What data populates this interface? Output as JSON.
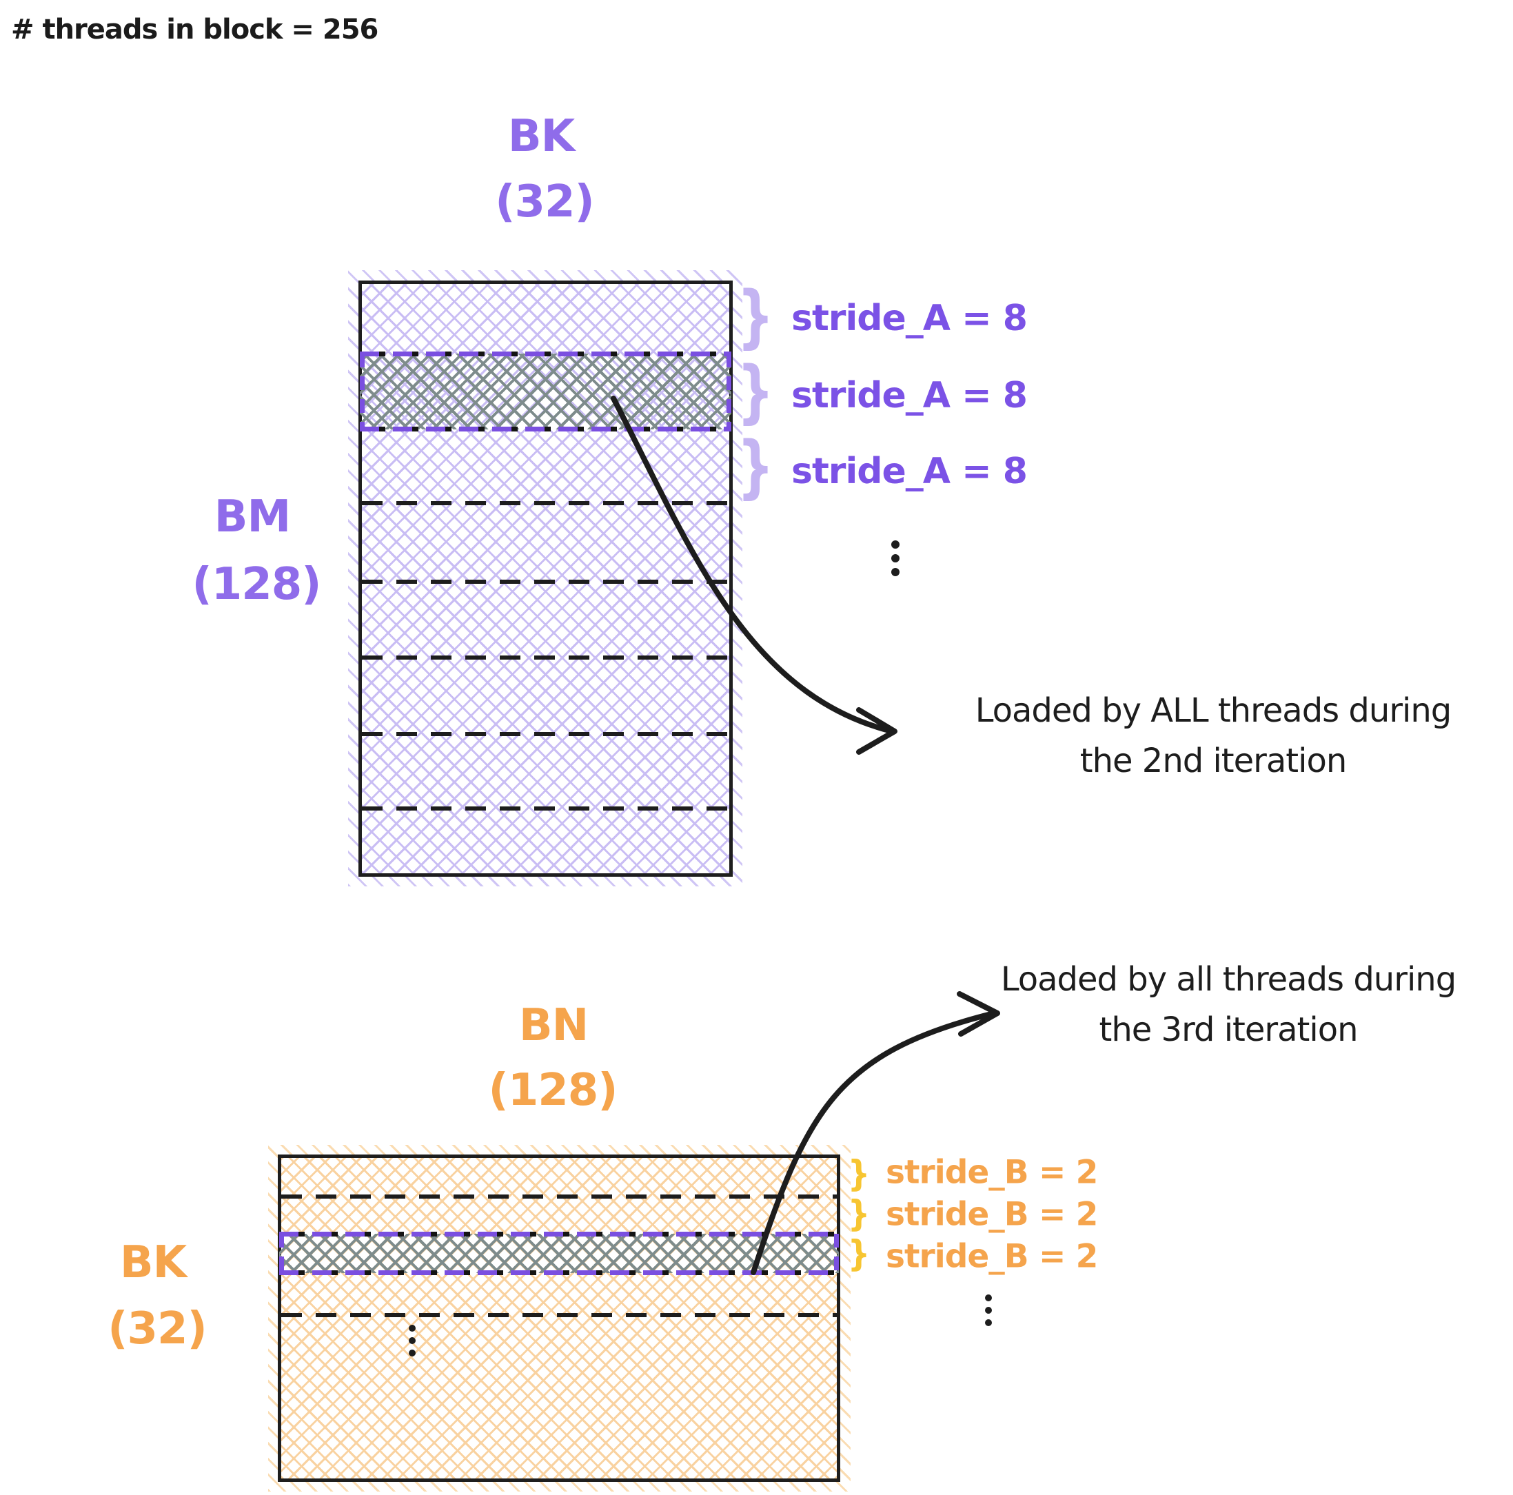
{
  "title": "# threads in block = 256",
  "glyphs": {
    "brace": "}"
  },
  "colors": {
    "ink": "#1d1d1d",
    "purple_label": "#8f6cea",
    "purple_text": "#7b52e6",
    "purple_brace": "#c4b4f2",
    "purple_hatch": "#c9bdf4",
    "purple_dash": "#7a4fe0",
    "orange_text": "#f5a44c",
    "orange_hatch": "#f9d2a0",
    "yellow_brace": "#f7c531",
    "gray_hatch": "#7e8c8c"
  },
  "matrix_a": {
    "col_label": "BK",
    "col_size": "(32)",
    "row_label": "BM",
    "row_size": "(128)",
    "stride_labels": [
      "stride_A = 8",
      "stride_A = 8",
      "stride_A = 8"
    ],
    "annotation": {
      "line1": "Loaded by ALL threads during",
      "line2": "the 2nd iteration"
    }
  },
  "matrix_b": {
    "col_label": "BN",
    "col_size": "(128)",
    "row_label": "BK",
    "row_size": "(32)",
    "stride_labels": [
      "stride_B = 2",
      "stride_B = 2",
      "stride_B = 2"
    ],
    "annotation": {
      "line1": "Loaded by all threads during",
      "line2": "the 3rd iteration"
    }
  }
}
